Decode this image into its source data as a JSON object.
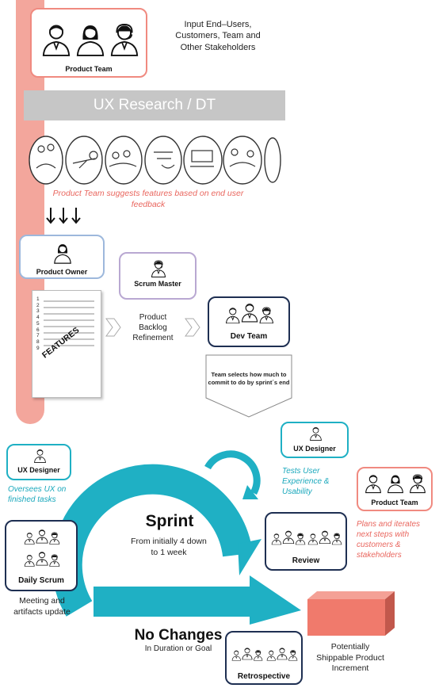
{
  "top_note": "Input End–Users, Customers, Team and Other Stakeholders",
  "product_team_top": {
    "label": "Product Team"
  },
  "research_banner": "UX Research / DT",
  "suggest_note": "Product Team suggests  features based on end user feedback",
  "product_owner": {
    "label": "Product Owner"
  },
  "scrum_master": {
    "label": "Scrum Master"
  },
  "backlog_label": "Product Backlog Refinement",
  "dev_team": {
    "label": "Dev Team"
  },
  "features": {
    "label": "FEATURES",
    "numbers": [
      "1",
      "2",
      "3",
      "4",
      "5",
      "6",
      "7",
      "8",
      "9"
    ]
  },
  "commit_note": "Team selects how much to commit to do by sprint´s end",
  "ux_designer_left": {
    "label": "UX Designer",
    "note": "Oversees UX on finished tasks"
  },
  "ux_designer_right": {
    "label": "UX Designer",
    "note": "Tests User Experience & Usability"
  },
  "product_team_right": {
    "label": "Product Team",
    "note": "Plans and iterates next steps with customers & stakeholders"
  },
  "sprint": {
    "title": "Sprint",
    "subtitle": "From initially 4 down to 1 week"
  },
  "daily_scrum": {
    "label": "Daily Scrum",
    "note": "Meeting and artifacts update"
  },
  "review": {
    "label": "Review"
  },
  "no_changes": {
    "title": "No Changes",
    "subtitle": "In Duration or Goal"
  },
  "retrospective": {
    "label": "Retrospective"
  },
  "increment_note": "Potentially Shippable Product Increment",
  "colors": {
    "pink_bar": "#f3a69c",
    "red_border": "#f08a80",
    "blue_border": "#9db8dc",
    "purple_border": "#b9a8d2",
    "navy_border": "#1e2f52",
    "teal": "#1fb0c4",
    "salmon_box": "#f07a6c",
    "gray_banner": "#c6c6c6"
  }
}
